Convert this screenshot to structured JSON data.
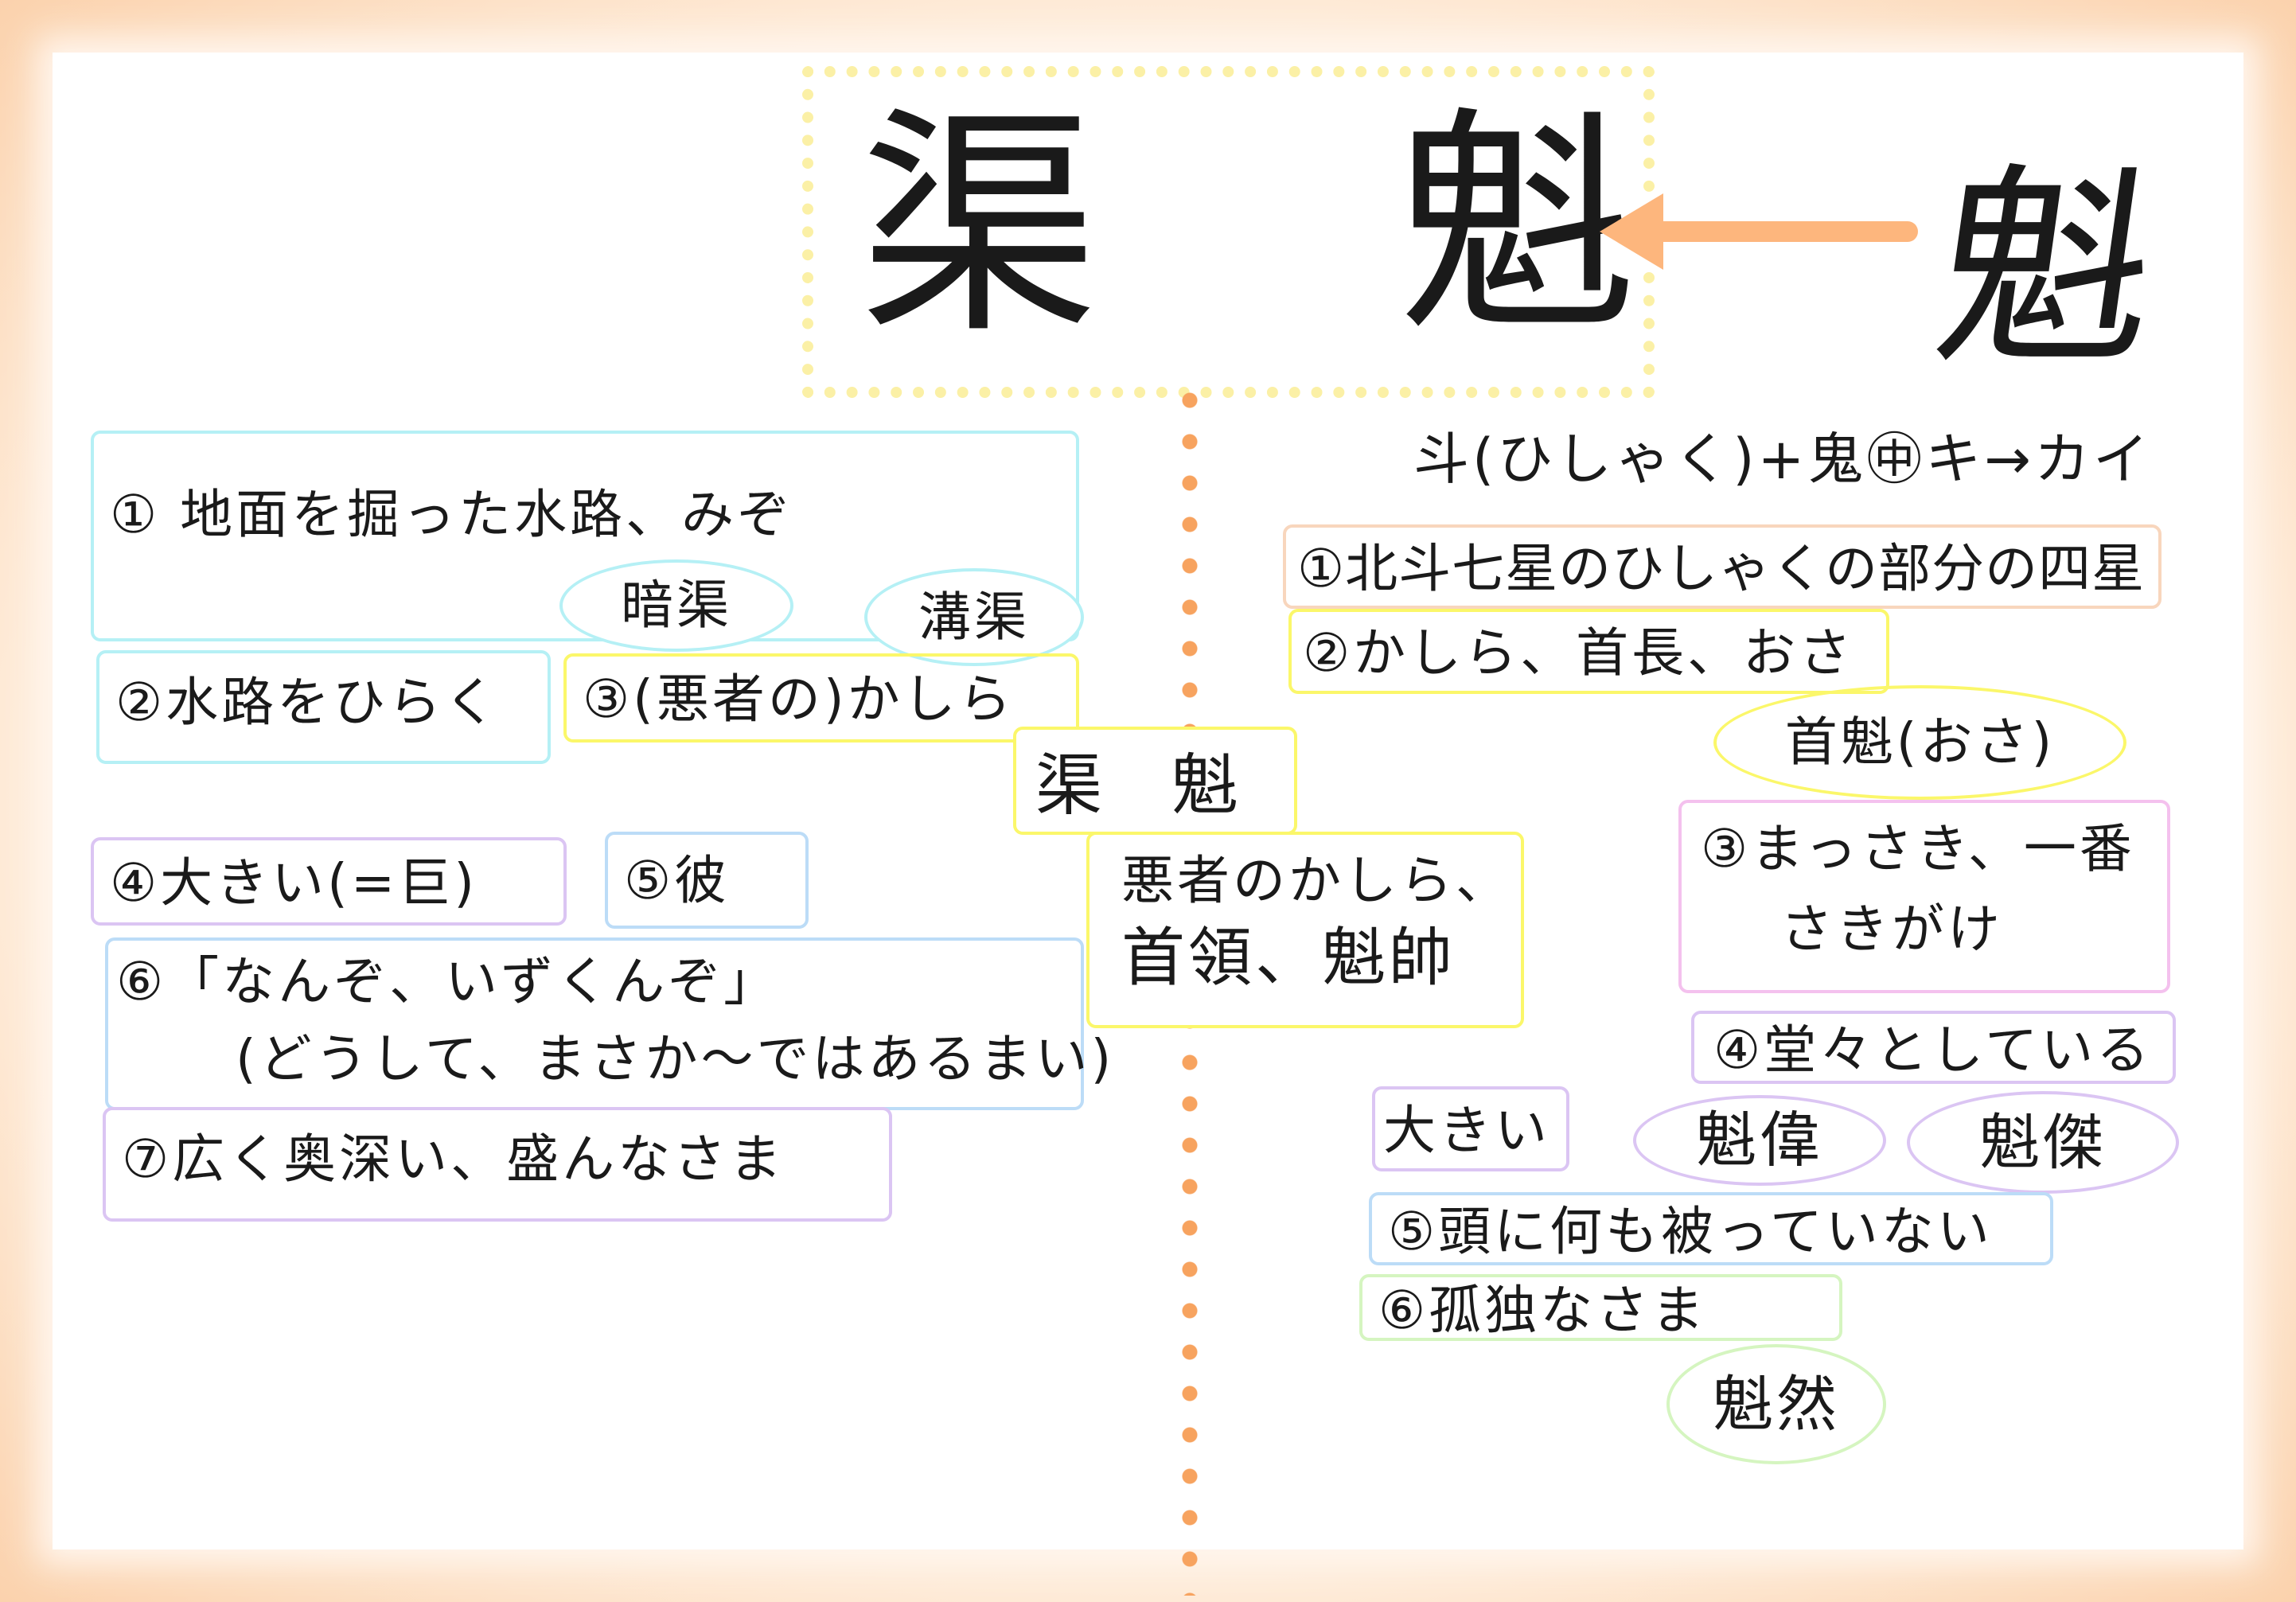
{
  "title": {
    "kanji": "渠 魁",
    "ancient_form": "魁"
  },
  "colors": {
    "arrow": "#fdb67d",
    "divider": "#f7a35f",
    "title_border": "#fbf0a6"
  },
  "left": {
    "m1": "① 地面を掘った水路、みぞ",
    "m1_ex1": "暗渠",
    "m1_ex2": "溝渠",
    "m2": "②水路をひらく",
    "m3": "③(悪者の)かしら",
    "m4": "④大きい(=巨)",
    "m5": "⑤彼",
    "m6_line1": "⑥「なんぞ、いずくんぞ」",
    "m6_line2": "(どうして、まさか〜ではあるまい)",
    "m7": "⑦広く奥深い、盛んなさま"
  },
  "center": {
    "compound": "渠 魁",
    "meaning_line1": "悪者のかしら、",
    "meaning_line2": "首領、魁帥"
  },
  "right": {
    "etymology": "斗(ひしゃく)+鬼㊥キ→カイ",
    "m1": "①北斗七星のひしゃくの部分の四星",
    "m2": "②かしら、首長、おさ",
    "m2_ex": "首魁(おさ)",
    "m3_line1": "③まっさき、一番",
    "m3_line2": "さきがけ",
    "m4": "④堂々としている",
    "m4_note": "大きい",
    "m4_ex1": "魁偉",
    "m4_ex2": "魁傑",
    "m5": "⑤頭に何も被っていない",
    "m6": "⑥孤独なさま",
    "m6_ex": "魁然"
  }
}
